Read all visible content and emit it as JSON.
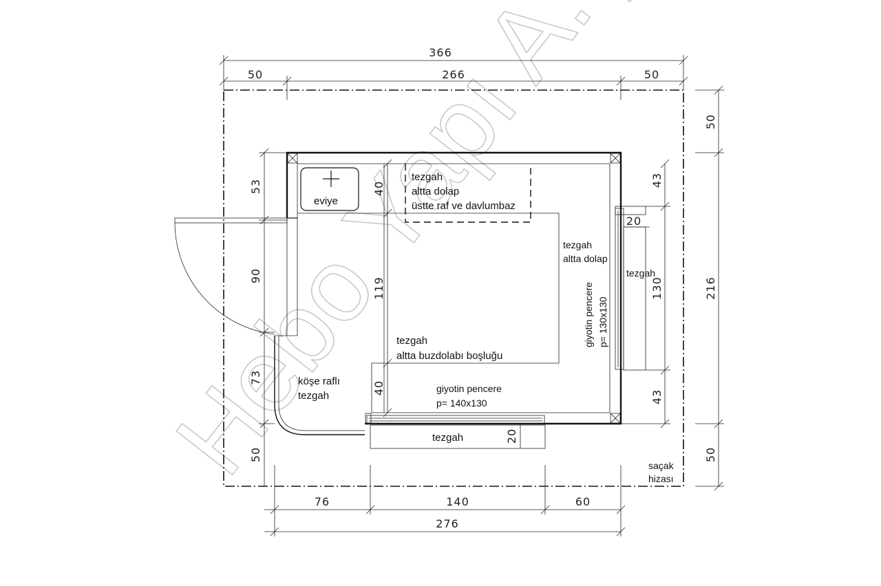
{
  "watermark": "Hebo Yapı A.Ş.",
  "dimensions": {
    "top_total": "366",
    "top_left": "50",
    "top_mid": "266",
    "top_right": "50",
    "bottom_left": "76",
    "bottom_mid": "140",
    "bottom_right": "60",
    "bottom_total": "276",
    "left_53": "53",
    "left_90": "90",
    "left_73": "73",
    "left_50": "50",
    "inner_40_top": "40",
    "inner_119": "119",
    "inner_40_bottom": "40",
    "right_43_top": "43",
    "right_130": "130",
    "right_43_bottom": "43",
    "right_20": "20",
    "far_right_50_top": "50",
    "far_right_216": "216",
    "far_right_50_bottom": "50",
    "bottom_20": "20"
  },
  "labels": {
    "sink": "eviye",
    "counter_top_1": "tezgah",
    "counter_top_2": "altta dolap",
    "counter_top_3": "üstte raf ve davlumbaz",
    "counter_right_1": "tezgah",
    "counter_right_2": "altta dolap",
    "counter_mid_1": "tezgah",
    "counter_mid_2": "altta buzdolabı boşluğu",
    "corner_1": "köşe raflı",
    "corner_2": "tezgah",
    "window_bottom_1": "giyotin pencere",
    "window_bottom_2": "p= 140x130",
    "window_right_1": "giyotin pencere",
    "window_right_2": "p= 130x130",
    "ext_counter_right": "tezgah",
    "ext_counter_bottom": "tezgah",
    "eave_1": "saçak",
    "eave_2": "hizası"
  }
}
